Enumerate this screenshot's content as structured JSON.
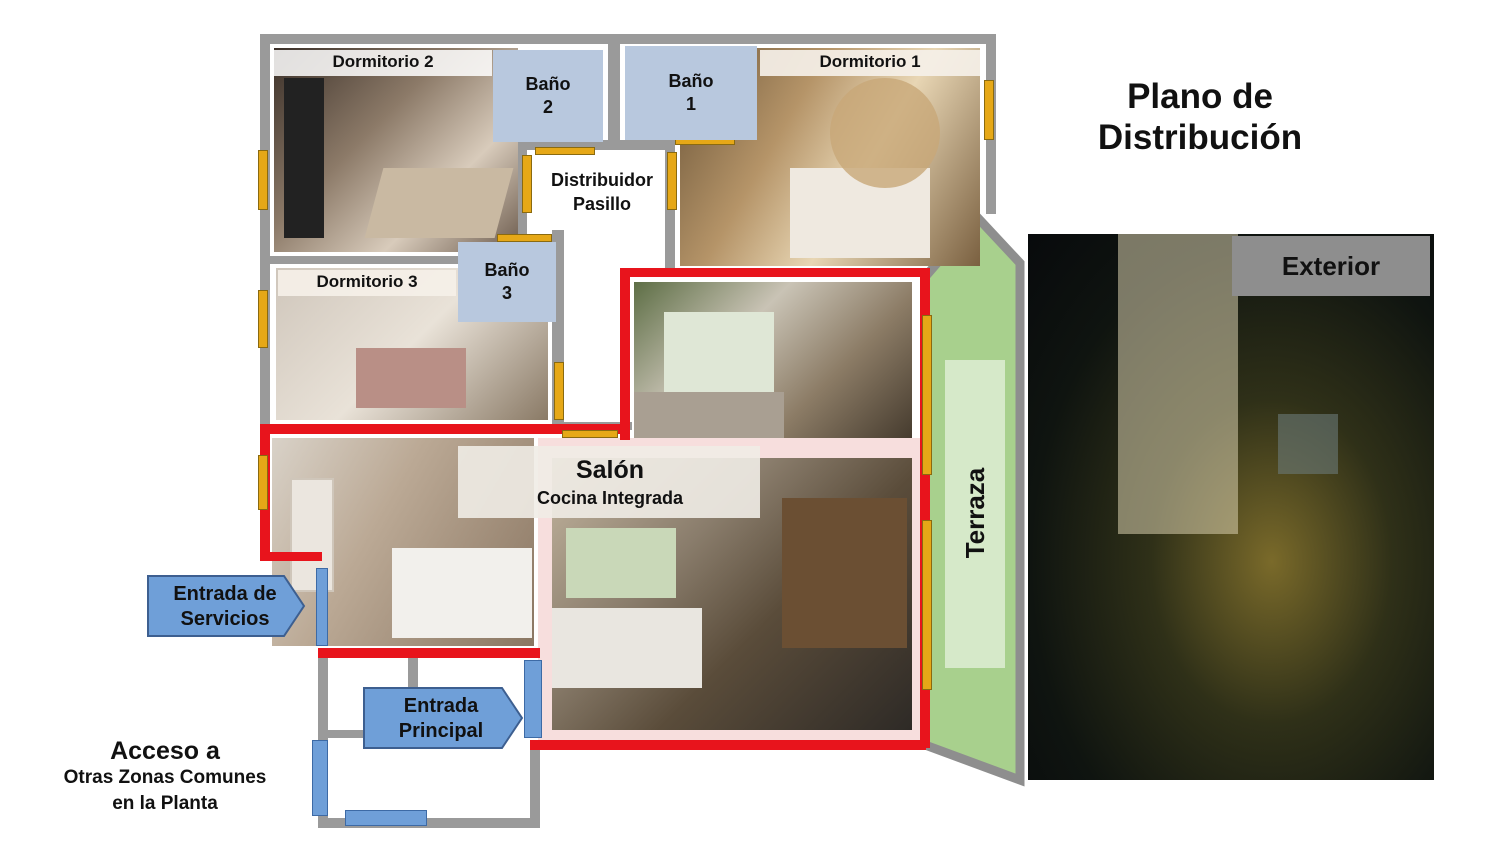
{
  "title": {
    "line1": "Plano de",
    "line2": "Distribución"
  },
  "rooms": {
    "dormitorio2": "Dormitorio 2",
    "dormitorio1": "Dormitorio 1",
    "dormitorio3": "Dormitorio 3",
    "bano2": {
      "line1": "Baño",
      "line2": "2"
    },
    "bano1": {
      "line1": "Baño",
      "line2": "1"
    },
    "bano3": {
      "line1": "Baño",
      "line2": "3"
    },
    "distribuidor": {
      "line1": "Distribuidor",
      "line2": "Pasillo"
    },
    "salon": {
      "line1": "Salón",
      "line2": "Cocina Integrada"
    },
    "terraza": "Terraza",
    "exterior": "Exterior"
  },
  "entrances": {
    "servicios": {
      "line1": "Entrada de",
      "line2": "Servicios"
    },
    "principal": {
      "line1": "Entrada",
      "line2": "Principal"
    }
  },
  "access": {
    "line1": "Acceso a",
    "line2": "Otras Zonas Comunes",
    "line3": "en la Planta"
  },
  "colors": {
    "wall": "#9a9a9a",
    "living_outline": "#e8141c",
    "door": "#e6a817",
    "entrance_arrow": "#6f9fd8",
    "bathroom": "#b8c8de",
    "terrace": "#a8d08d"
  }
}
